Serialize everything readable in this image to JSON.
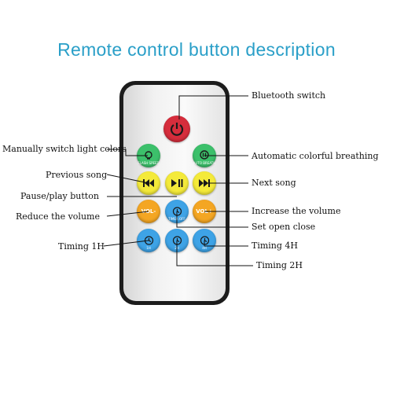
{
  "title": "Remote control button description",
  "colors": {
    "title": "#2a9fc8",
    "power": "#d62d3c",
    "green": "#3cc06b",
    "yellow": "#f4ea3a",
    "orange": "#f4a623",
    "blue": "#3ea3e6"
  },
  "buttons": {
    "power_icon": "power-icon",
    "light_color_sub": "FLASH SPEED",
    "breathing_sub": "AUTO BREATH",
    "vol_minus": "VOL-",
    "vol_plus": "VOL+",
    "timer_off_sub": "TIMER OFF",
    "timer_1h": "1H",
    "timer_2h": "2H",
    "timer_4h": "4H"
  },
  "labels": {
    "bluetooth_switch": "Bluetooth switch",
    "manual_light": "Manually switch light colors",
    "auto_breathing": "Automatic colorful breathing",
    "previous_song": "Previous song",
    "next_song": "Next song",
    "pause_play": "Pause/play button",
    "reduce_volume": "Reduce the volume",
    "increase_volume": "Increase the volume",
    "set_open_close": "Set open close",
    "timing_1h": "Timing 1H",
    "timing_4h": "Timing 4H",
    "timing_2h": "Timing 2H"
  }
}
